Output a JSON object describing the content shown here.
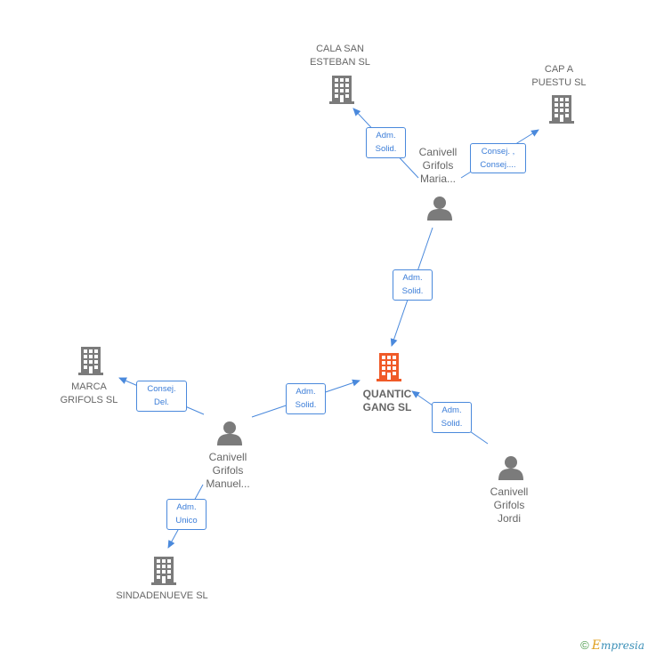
{
  "nodes": {
    "cala_san_esteban": {
      "line1": "CALA SAN",
      "line2": "ESTEBAN SL"
    },
    "cap_a_puestu": {
      "line1": "CAP A",
      "line2": "PUESTU  SL"
    },
    "canivell_maria": {
      "line1": "Canivell",
      "line2": "Grifols",
      "line3": "Maria..."
    },
    "quantic_gang": {
      "line1": "QUANTIC",
      "line2": "GANG  SL"
    },
    "marca_grifols": {
      "line1": "MARCA",
      "line2": "GRIFOLS SL"
    },
    "canivell_manuel": {
      "line1": "Canivell",
      "line2": "Grifols",
      "line3": "Manuel..."
    },
    "canivell_jordi": {
      "line1": "Canivell",
      "line2": "Grifols",
      "line3": "Jordi"
    },
    "sindadenueve": {
      "line1": "SINDADENUEVE SL"
    }
  },
  "edges": {
    "maria_cala": {
      "line1": "Adm.",
      "line2": "Solid."
    },
    "maria_cap": {
      "line1": "Consej. ,",
      "line2": "Consej...."
    },
    "maria_quantic": {
      "line1": "Adm.",
      "line2": "Solid."
    },
    "manuel_quantic": {
      "line1": "Adm.",
      "line2": "Solid."
    },
    "manuel_marca": {
      "line1": "Consej.",
      "line2": "Del."
    },
    "jordi_quantic": {
      "line1": "Adm.",
      "line2": "Solid."
    },
    "manuel_sinda": {
      "line1": "Adm.",
      "line2": "Unico"
    }
  },
  "colors": {
    "edge": "#4a89dc",
    "building": "#7b7b7b",
    "building_center": "#f05a28",
    "person": "#7b7b7b"
  },
  "footer": {
    "copyright": "©",
    "brand_initial": "E",
    "brand_rest": "mpresia"
  }
}
